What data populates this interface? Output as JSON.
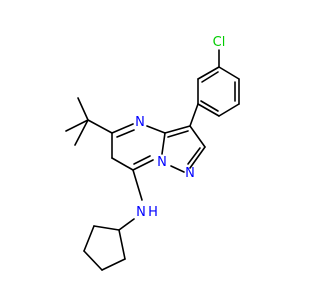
{
  "colors": {
    "background": "#ffffff",
    "bond": "#000000",
    "nitrogen": "#0000ff",
    "chlorine": "#00cc00",
    "carbon": "#000000"
  },
  "atoms": {
    "cl": "Cl",
    "n_ring_top": "N",
    "n_bridge": "N",
    "n_pyrazole": "N",
    "nh_n": "N",
    "nh_h": "H"
  }
}
